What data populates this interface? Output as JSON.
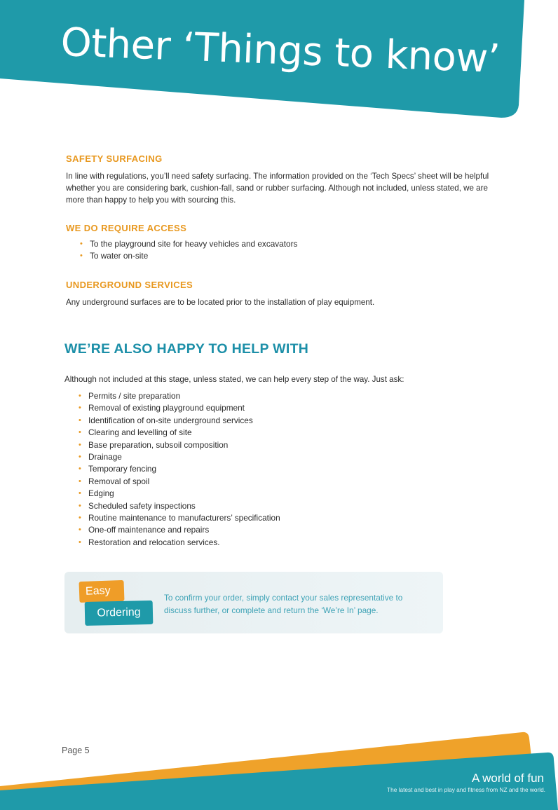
{
  "header": {
    "title": "Other ‘Things to know’"
  },
  "safety_surfacing": {
    "heading": "SAFETY SURFACING",
    "text": "In line with regulations, you’ll need safety surfacing. The information provided on the ‘Tech Specs’ sheet will be helpful whether you are considering bark, cushion-fall, sand or rubber surfacing. Although not included, unless stated, we are more than happy to help you with sourcing this."
  },
  "access": {
    "heading": "WE DO REQUIRE ACCESS",
    "items": [
      "To the playground site for heavy vehicles and excavators",
      "To water on-site"
    ]
  },
  "underground": {
    "heading": "UNDERGROUND SERVICES",
    "text": "Any underground surfaces are to be located prior to the installation of play equipment."
  },
  "help": {
    "heading": "WE’RE ALSO HAPPY TO HELP WITH",
    "intro": "Although not included at this stage, unless stated, we can help every step of the way. Just ask:",
    "items": [
      "Permits / site preparation",
      "Removal of existing playground equipment",
      "Identification of on-site underground services",
      "Clearing and levelling of site",
      "Base preparation, subsoil composition",
      "Drainage",
      "Temporary fencing",
      "Removal of spoil",
      "Edging",
      "Scheduled safety inspections",
      "Routine maintenance to manufacturers’ specification",
      "One-off maintenance and repairs",
      "Restoration and relocation services."
    ]
  },
  "ordering": {
    "easy_label": "Easy",
    "ordering_label": "Ordering",
    "text": "To confirm your order, simply contact your sales representative to discuss further, or complete and return the ‘We’re In’ page."
  },
  "footer": {
    "page_number": "Page 5",
    "tagline": "A world of fun",
    "subtitle": "The latest and best in play and fitness from NZ and the world."
  },
  "colors": {
    "teal": "#1f9aa9",
    "orange": "#e8981f",
    "heading_teal": "#1c8fa8"
  }
}
